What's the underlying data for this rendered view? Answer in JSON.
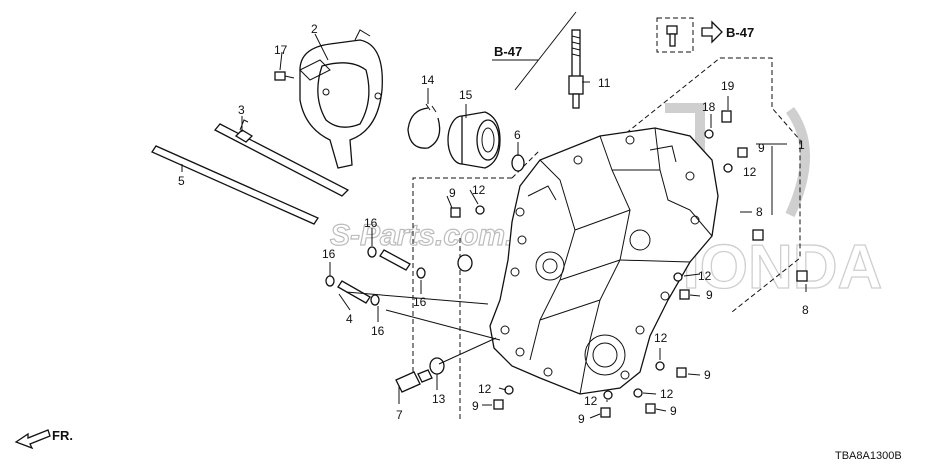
{
  "watermark": {
    "site_text": "S-Parts.com.ua",
    "brand_text": "HONDA"
  },
  "references": {
    "b47_top": "B-47",
    "b47_right": "B-47"
  },
  "front_label": "FR.",
  "diagram_code": "TBA8A1300B",
  "callouts": {
    "c1": "1",
    "c2": "2",
    "c3": "3",
    "c4": "4",
    "c5": "5",
    "c6": "6",
    "c7": "7",
    "c8a": "8",
    "c8b": "8",
    "c9a": "9",
    "c9b": "9",
    "c9c": "9",
    "c9d": "9",
    "c9e": "9",
    "c9f": "9",
    "c9g": "9",
    "c11": "11",
    "c12a": "12",
    "c12b": "12",
    "c12c": "12",
    "c12d": "12",
    "c12e": "12",
    "c12f": "12",
    "c12g": "12",
    "c13": "13",
    "c14": "14",
    "c15": "15",
    "c16a": "16",
    "c16b": "16",
    "c16c": "16",
    "c16d": "16",
    "c17": "17",
    "c18": "18",
    "c19": "19"
  }
}
